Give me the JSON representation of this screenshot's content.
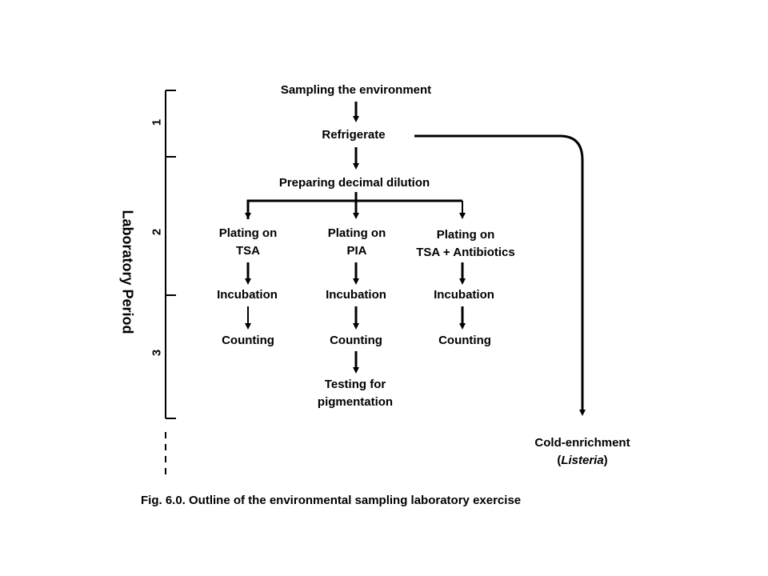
{
  "axis": {
    "label": "Laboratory Period",
    "periods": [
      "1",
      "2",
      "3"
    ]
  },
  "steps": {
    "sampling": "Sampling the environment",
    "refrigerate": "Refrigerate",
    "dilution": "Preparing decimal dilution",
    "plating_tsa": [
      "Plating on",
      "TSA"
    ],
    "plating_pia": [
      "Plating on",
      "PIA"
    ],
    "plating_tsa_antibiotics": [
      "Plating on",
      "TSA + Antibiotics"
    ],
    "incubation": "Incubation",
    "counting": "Counting",
    "pigmentation": [
      "Testing for",
      "pigmentation"
    ],
    "cold_enrichment": "Cold-enrichment",
    "cold_enrichment_organism": "Listeria"
  },
  "caption": "Fig. 6.0. Outline of the environmental sampling laboratory exercise",
  "colors": {
    "line": "#000000",
    "background": "#ffffff"
  }
}
